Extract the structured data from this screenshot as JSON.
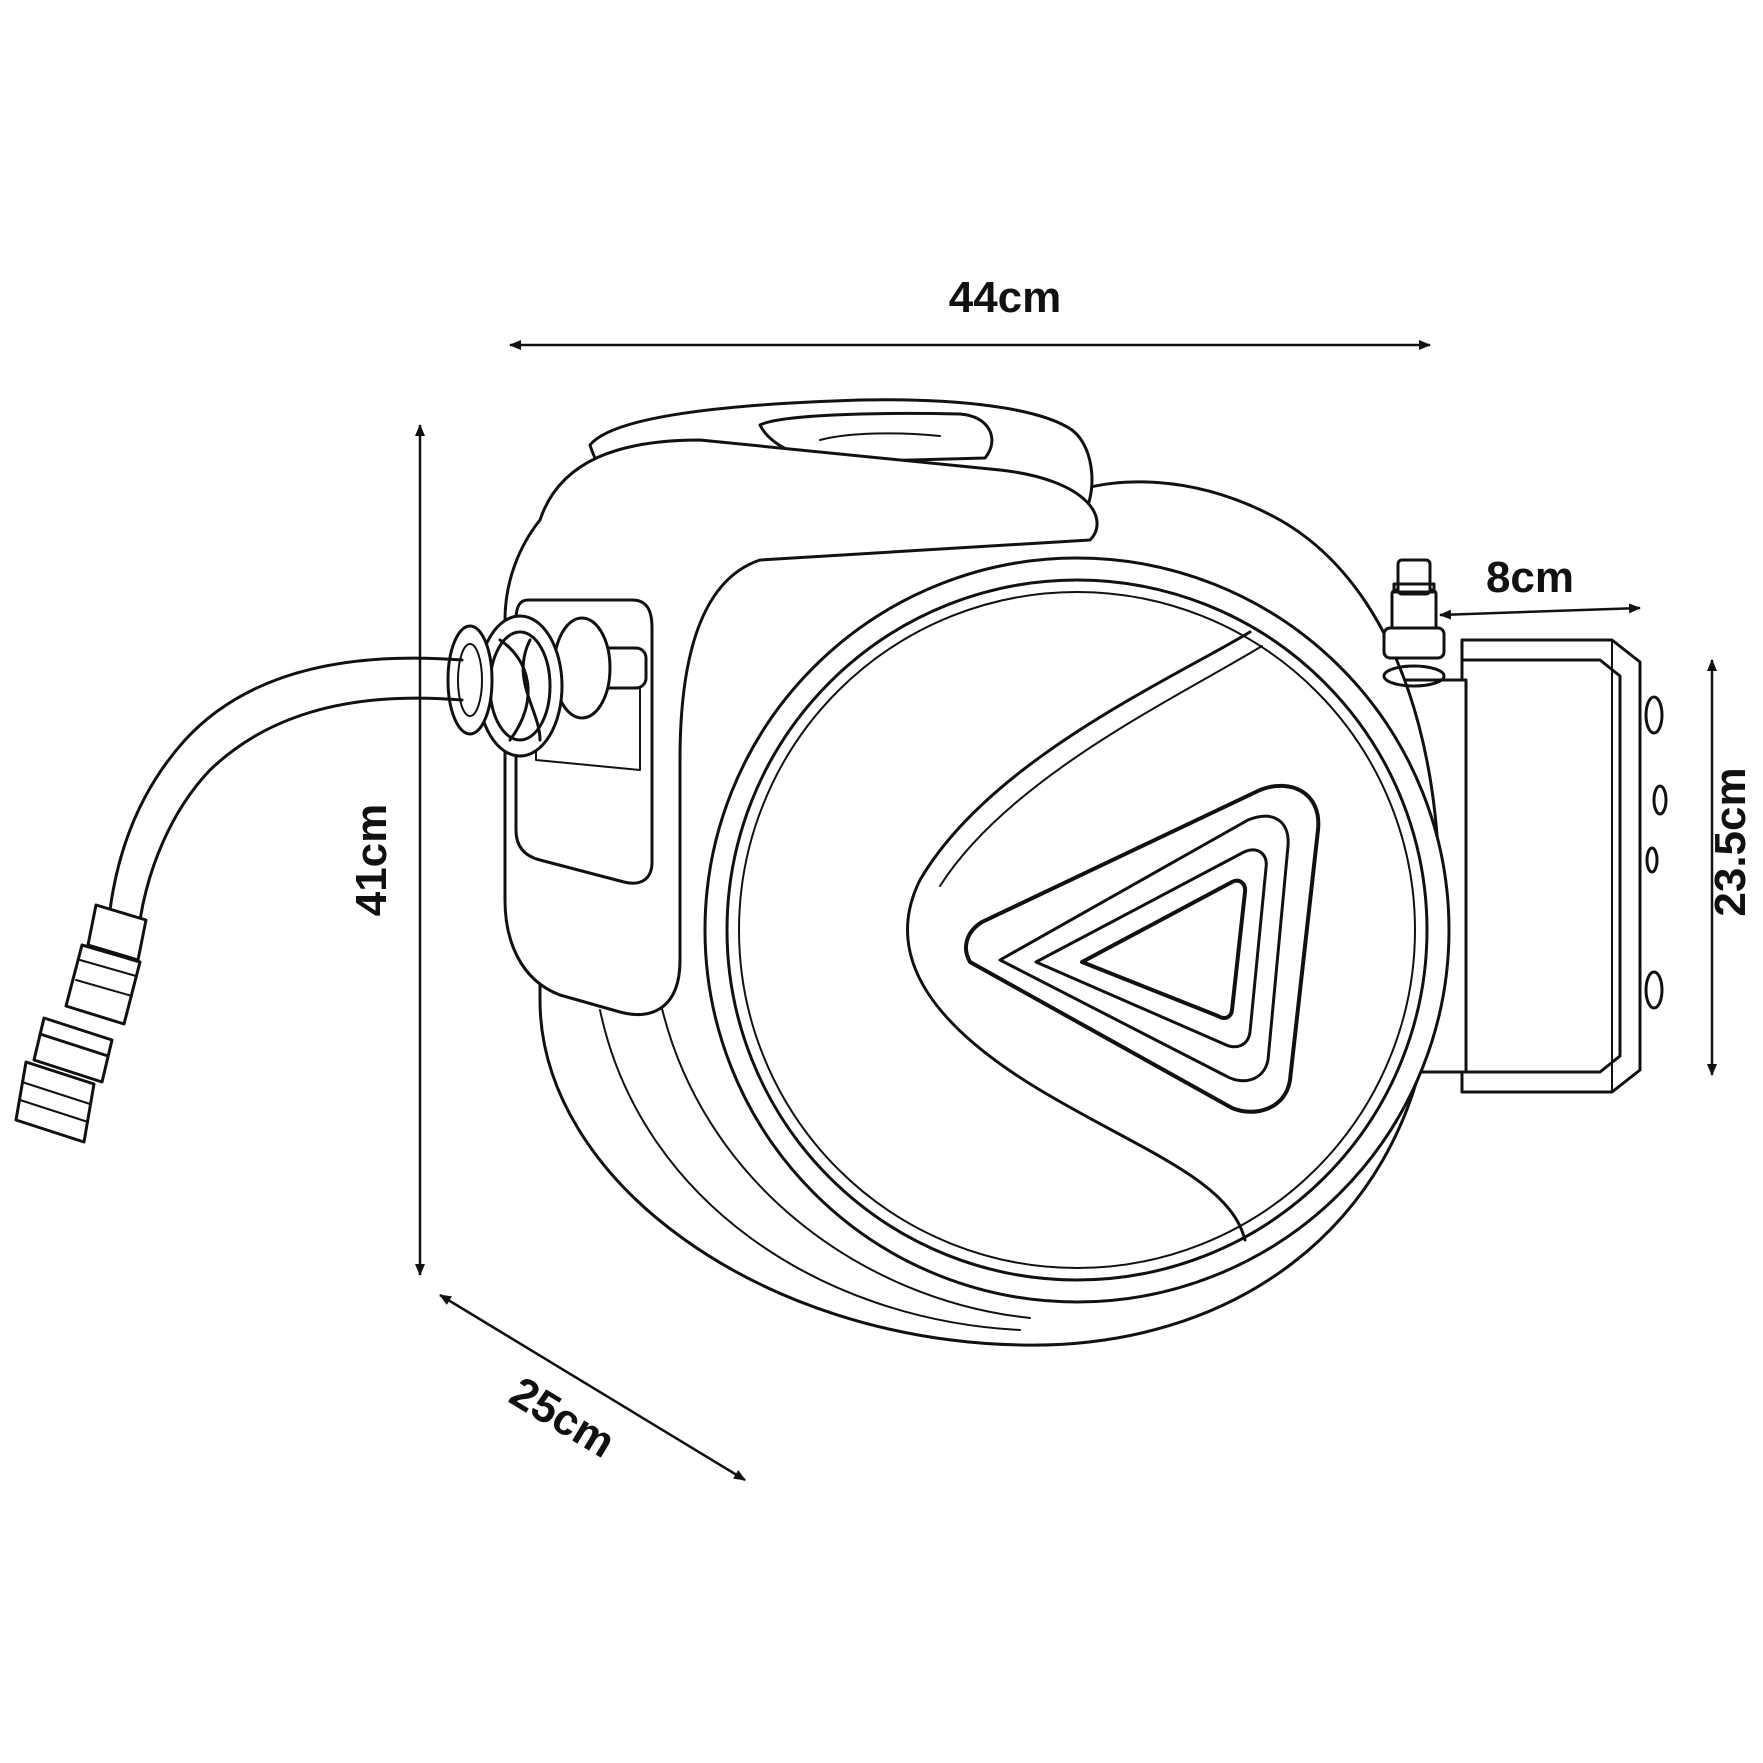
{
  "dimensions": {
    "width": "44cm",
    "height": "41cm",
    "depth": "25cm",
    "inlet_offset": "8cm",
    "bracket_height": "23.5cm"
  },
  "colors": {
    "line": "#111111",
    "background": "#ffffff"
  }
}
